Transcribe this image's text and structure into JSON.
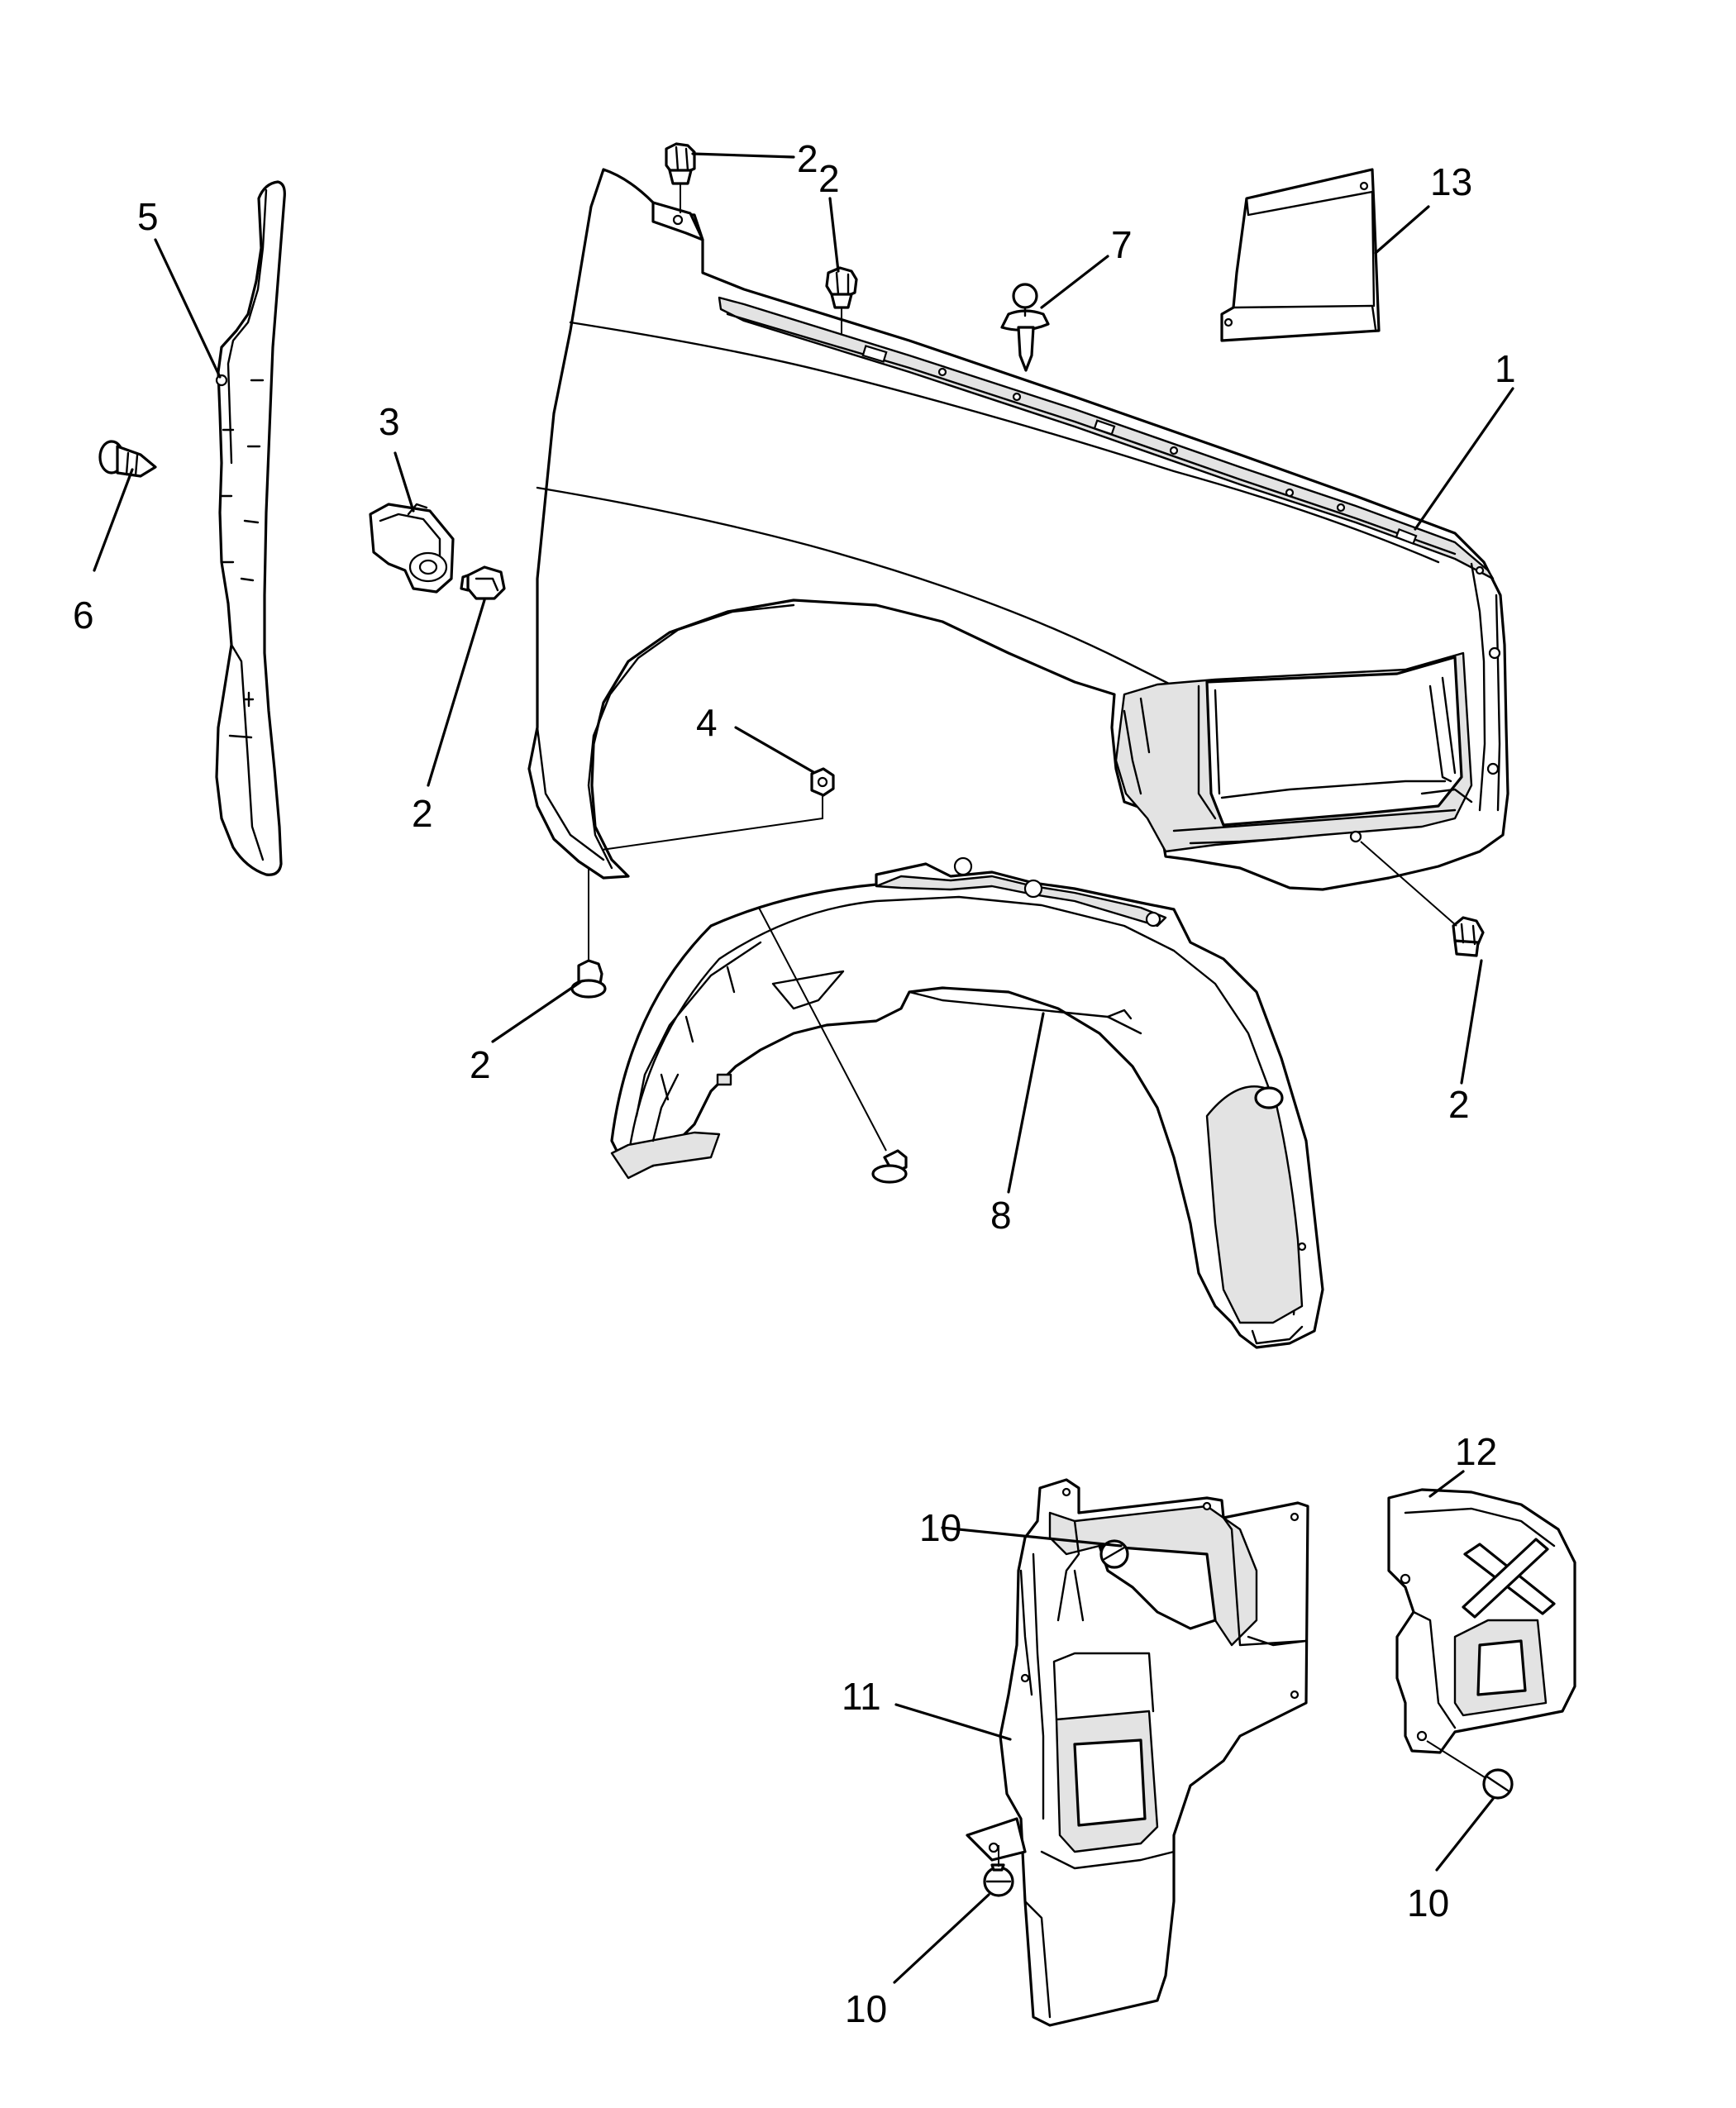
{
  "callouts": {
    "fender": "1",
    "bolt_fender_top_a": "2",
    "bolt_fender_top_b": "2",
    "bolt_clip": "2",
    "bolt_fender_lower_front": "2",
    "bolt_fender_rear": "2",
    "clip_bracket": "3",
    "nut": "4",
    "seal_strip": "5",
    "screw": "6",
    "push_pin": "7",
    "wheelhouse_liner": "8",
    "rivet_shield_top": "10",
    "rivet_shield_bottom": "10",
    "rivet_splash_guard": "10",
    "air_duct_shield": "11",
    "splash_guard": "12",
    "cover_bracket": "13"
  }
}
